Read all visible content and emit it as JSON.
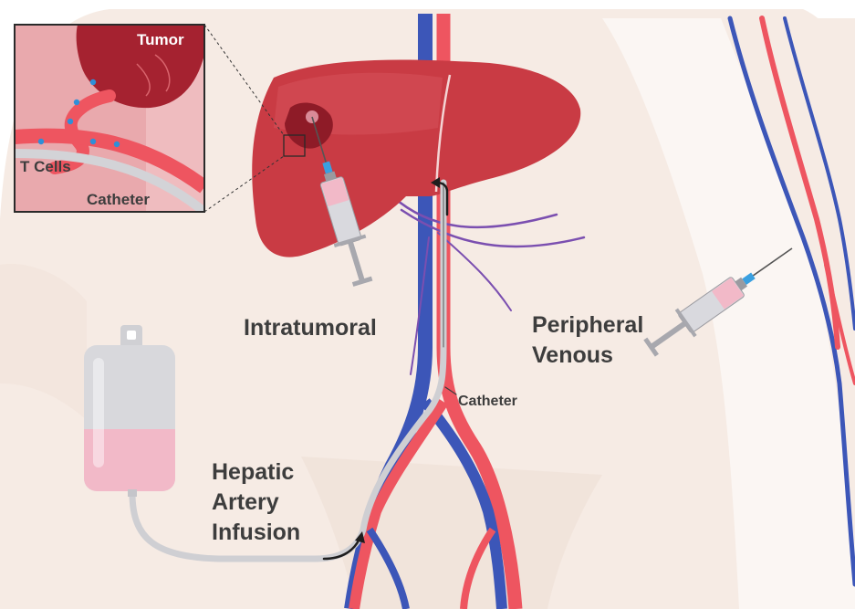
{
  "labels": {
    "tumor": "Tumor",
    "t_cells": "T Cells",
    "inset_catheter": "Catheter",
    "intratumoral": "Intratumoral",
    "peripheral_line1": "Peripheral",
    "peripheral_line2": "Venous",
    "catheter": "Catheter",
    "hepatic_line1": "Hepatic",
    "hepatic_line2": "Artery",
    "hepatic_line3": "Infusion"
  },
  "colors": {
    "skin": "#f6ebe4",
    "liver": "#c93b44",
    "tumor": "#9a1f2b",
    "artery": "#ee5560",
    "vein": "#3c56b8",
    "nerve": "#7b4fb0",
    "catheter": "#cfcfd3",
    "bag_fluid": "#f2b9c8",
    "needle_tip": "#3aa0e0",
    "t_cell": "#2f8fd8",
    "text": "#3d3d3d"
  },
  "icons": [
    "iv-bag-icon",
    "syringe-icon",
    "liver-icon",
    "tumor-icon",
    "zoom-inset-icon"
  ]
}
